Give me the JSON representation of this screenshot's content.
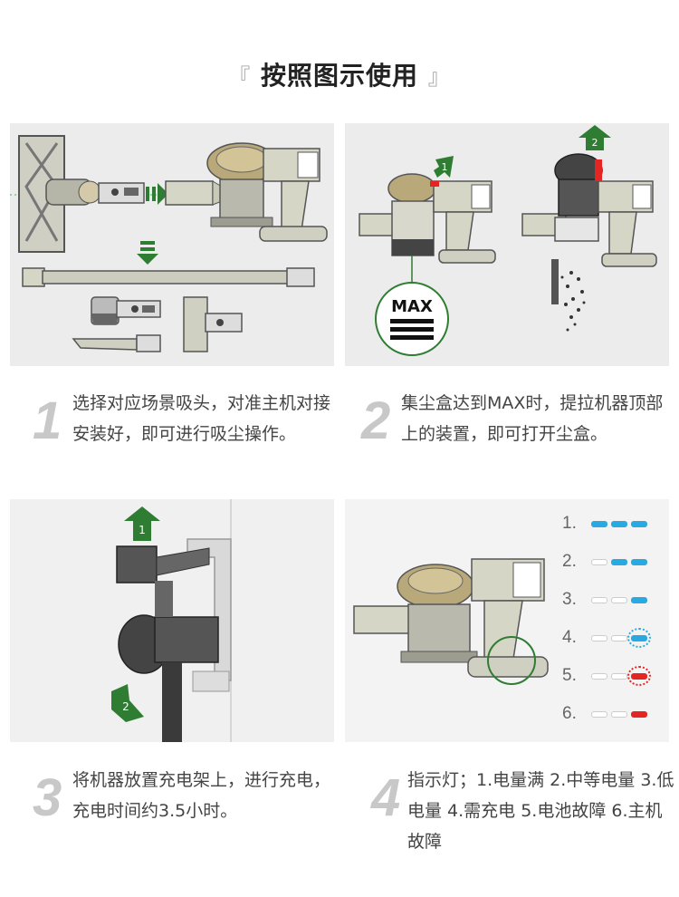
{
  "title": {
    "open_bracket": "『",
    "text": "按照图示使用",
    "close_bracket": "』"
  },
  "panel1": {
    "arrow_label": ""
  },
  "panel2": {
    "max_label": "MAX",
    "step1_badge": "1",
    "step2_badge": "2"
  },
  "panel3": {
    "step1_badge": "1",
    "step2_badge": "2"
  },
  "panel4": {
    "indicators": [
      {
        "label": "1.",
        "pattern": [
          "blue",
          "blue",
          "blue"
        ],
        "state": "full"
      },
      {
        "label": "2.",
        "pattern": [
          "off",
          "blue",
          "blue"
        ],
        "state": "medium"
      },
      {
        "label": "3.",
        "pattern": [
          "off",
          "off",
          "blue"
        ],
        "state": "low"
      },
      {
        "label": "4.",
        "pattern": [
          "off",
          "off",
          "blue-flash"
        ],
        "state": "charge"
      },
      {
        "label": "5.",
        "pattern": [
          "off",
          "off",
          "red-flash"
        ],
        "state": "battery-fault"
      },
      {
        "label": "6.",
        "pattern": [
          "off",
          "off",
          "red"
        ],
        "state": "unit-fault"
      }
    ]
  },
  "colors": {
    "blue": "#29a9e1",
    "red": "#e42522",
    "green": "#2e7d32",
    "num_gray": "#c8c8c8"
  },
  "steps": [
    {
      "num": "1",
      "text": "选择对应场景吸头，对准主机对接安装好，即可进行吸尘操作。"
    },
    {
      "num": "2",
      "text": "集尘盒达到MAX时，提拉机器顶部上的装置，即可打开尘盒。"
    },
    {
      "num": "3",
      "text": "将机器放置充电架上，进行充电，充电时间约3.5小时。"
    },
    {
      "num": "4",
      "text": "指示灯；1.电量满 2.中等电量 3.低电量 4.需充电 5.电池故障 6.主机故障"
    }
  ]
}
